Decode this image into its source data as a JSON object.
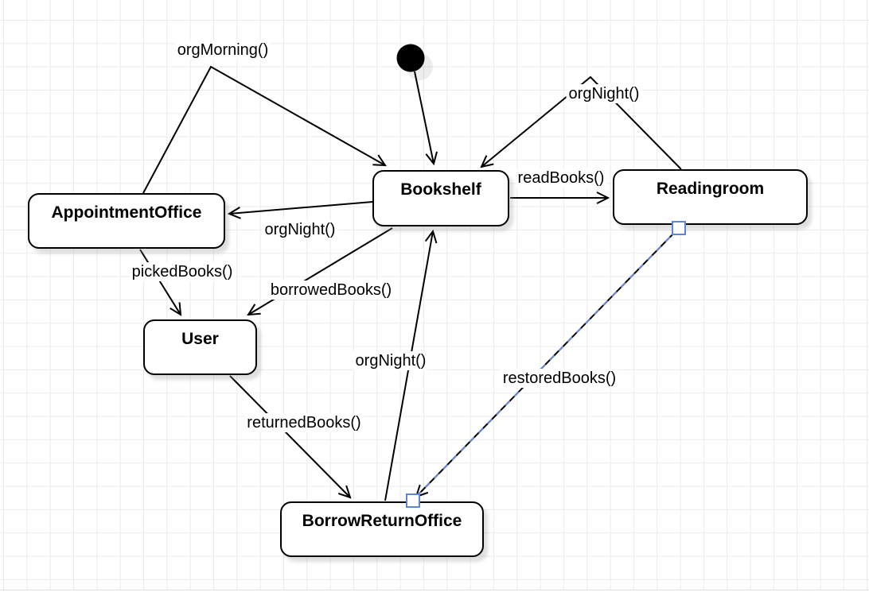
{
  "canvas": {
    "background": "#ffffff",
    "grid_color": "#ebebeb",
    "page_edge_color": "#e0e0e0"
  },
  "diagram": {
    "type": "uml-state-diagram",
    "initial_state": {
      "shape": "filled-circle",
      "color": "#000000"
    },
    "states": [
      {
        "id": "appointment-office",
        "label": "AppointmentOffice"
      },
      {
        "id": "bookshelf",
        "label": "Bookshelf"
      },
      {
        "id": "readingroom",
        "label": "Readingroom"
      },
      {
        "id": "user",
        "label": "User"
      },
      {
        "id": "borrow-return-office",
        "label": "BorrowReturnOffice"
      }
    ],
    "transitions": [
      {
        "from": "initial",
        "to": "bookshelf",
        "label": ""
      },
      {
        "from": "appointment-office",
        "to": "bookshelf",
        "label": "orgMorning()"
      },
      {
        "from": "bookshelf",
        "to": "appointment-office",
        "label": "orgNight()"
      },
      {
        "from": "bookshelf",
        "to": "readingroom",
        "label": "readBooks()"
      },
      {
        "from": "readingroom",
        "to": "bookshelf",
        "label": "orgNight()"
      },
      {
        "from": "appointment-office",
        "to": "user",
        "label": "pickedBooks()"
      },
      {
        "from": "bookshelf",
        "to": "user",
        "label": "borrowedBooks()"
      },
      {
        "from": "user",
        "to": "borrow-return-office",
        "label": "returnedBooks()"
      },
      {
        "from": "borrow-return-office",
        "to": "bookshelf",
        "label": "orgNight()"
      },
      {
        "from": "readingroom",
        "to": "borrow-return-office",
        "label": "restoredBooks()",
        "selected": true
      }
    ],
    "selection": {
      "handle_fill": "#ffffff",
      "handle_border": "#5b87d5",
      "dash_color": "#6b86d8"
    },
    "edge_color": "#000000"
  }
}
